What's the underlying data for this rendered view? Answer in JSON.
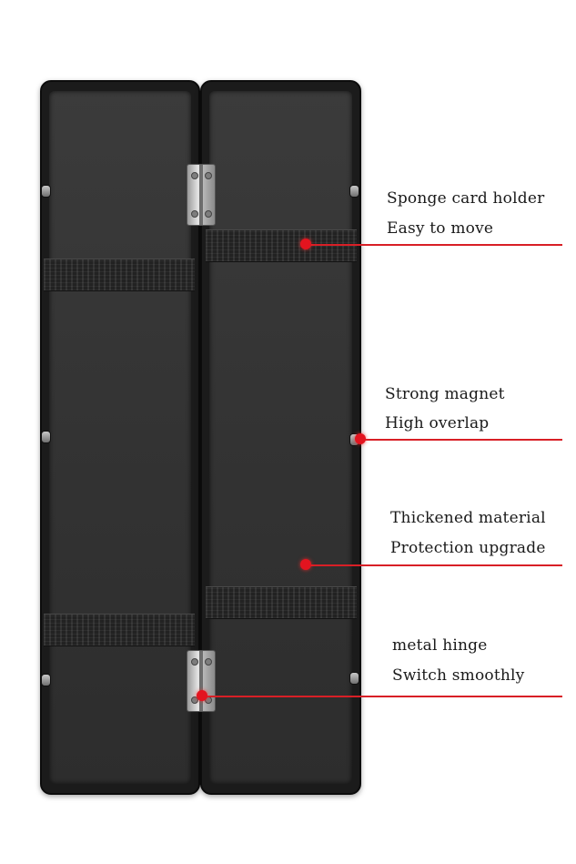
{
  "annotations": [
    {
      "line1": "Sponge card holder",
      "line2": "Easy to move"
    },
    {
      "line1": "Strong magnet",
      "line2": "High overlap"
    },
    {
      "line1": "Thickened material",
      "line2": "Protection upgrade"
    },
    {
      "line1": "metal hinge",
      "line2": "Switch smoothly"
    }
  ],
  "colors": {
    "callout_red": "#d81f26",
    "case_black": "#1b1b1b",
    "foam_dark": "#222222",
    "background": "#ffffff"
  }
}
